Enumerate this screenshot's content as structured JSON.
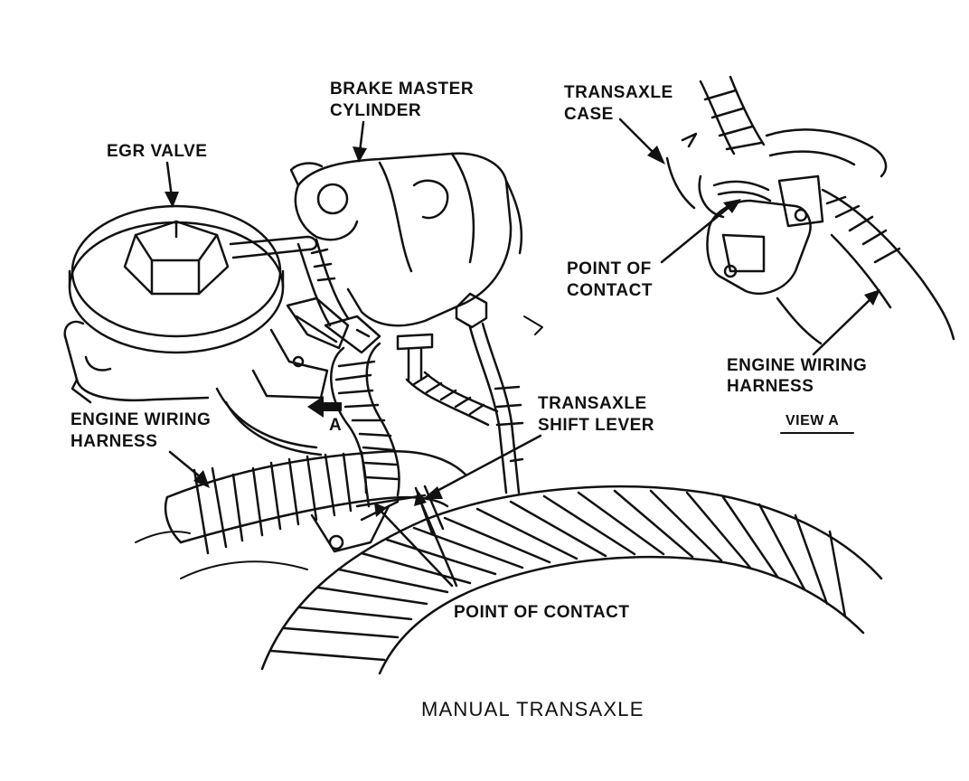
{
  "labels": {
    "egr_valve": "EGR VALVE",
    "brake_master_line1": "BRAKE MASTER",
    "brake_master_line2": "CYLINDER",
    "transaxle_case_line1": "TRANSAXLE",
    "transaxle_case_line2": "CASE",
    "point_of_contact_inset_line1": "POINT OF",
    "point_of_contact_inset_line2": "CONTACT",
    "engine_wiring_inset_line1": "ENGINE WIRING",
    "engine_wiring_inset_line2": "HARNESS",
    "view_a": "VIEW A",
    "engine_wiring_main_line1": "ENGINE WIRING",
    "engine_wiring_main_line2": "HARNESS",
    "transaxle_shift_line1": "TRANSAXLE",
    "transaxle_shift_line2": "SHIFT LEVER",
    "point_of_contact_main": "POINT OF CONTACT",
    "view_marker": "A",
    "caption": "MANUAL TRANSAXLE"
  },
  "colors": {
    "ink": "#111111",
    "paper": "#ffffff"
  }
}
